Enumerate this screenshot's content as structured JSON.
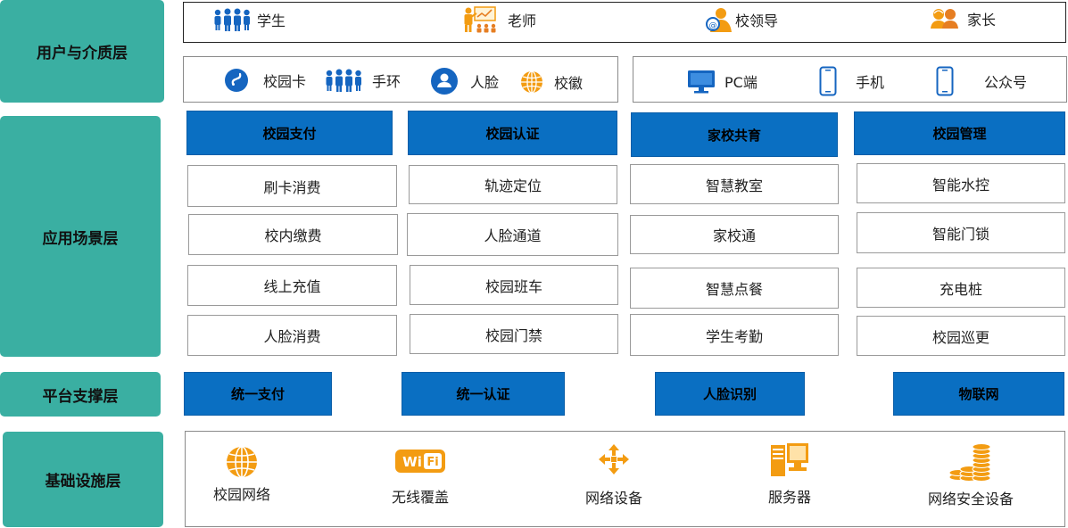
{
  "layers": {
    "user": "用户与介质层",
    "app": "应用场景层",
    "platform": "平台支撑层",
    "infra": "基础设施层"
  },
  "users": [
    {
      "label": "学生",
      "icon": "people-group-icon"
    },
    {
      "label": "老师",
      "icon": "teacher-icon"
    },
    {
      "label": "校领导",
      "icon": "leader-icon"
    },
    {
      "label": "家长",
      "icon": "parents-icon"
    }
  ],
  "media_left": [
    {
      "label": "校园卡",
      "icon": "card-icon"
    },
    {
      "label": "手环",
      "icon": "bracelet-icon"
    },
    {
      "label": "人脸",
      "icon": "face-icon"
    },
    {
      "label": "校徽",
      "icon": "badge-icon"
    }
  ],
  "media_right": [
    {
      "label": "PC端",
      "icon": "monitor-icon"
    },
    {
      "label": "手机",
      "icon": "phone-icon"
    },
    {
      "label": "公众号",
      "icon": "phone-icon"
    }
  ],
  "app_columns": [
    {
      "header": "校园支付",
      "items": [
        "刷卡消费",
        "校内缴费",
        "线上充值",
        "人脸消费"
      ]
    },
    {
      "header": "校园认证",
      "items": [
        "轨迹定位",
        "人脸通道",
        "校园班车",
        "校园门禁"
      ]
    },
    {
      "header": "家校共育",
      "items": [
        "智慧教室",
        "家校通",
        "智慧点餐",
        "学生考勤"
      ]
    },
    {
      "header": "校园管理",
      "items": [
        "智能水控",
        "智能门锁",
        "充电桩",
        "校园巡更"
      ]
    }
  ],
  "platform": [
    "统一支付",
    "统一认证",
    "人脸识别",
    "物联网"
  ],
  "infra": [
    {
      "label": "校园网络",
      "icon": "globe-icon"
    },
    {
      "label": "无线覆盖",
      "icon": "wifi-icon"
    },
    {
      "label": "网络设备",
      "icon": "network-arrows-icon"
    },
    {
      "label": "服务器",
      "icon": "server-icon"
    },
    {
      "label": "网络安全设备",
      "icon": "coins-icon"
    }
  ],
  "colors": {
    "layer": "#3aafa2",
    "header": "#0a6fc2",
    "icon_blue": "#1565c0",
    "icon_orange": "#f39c12"
  }
}
